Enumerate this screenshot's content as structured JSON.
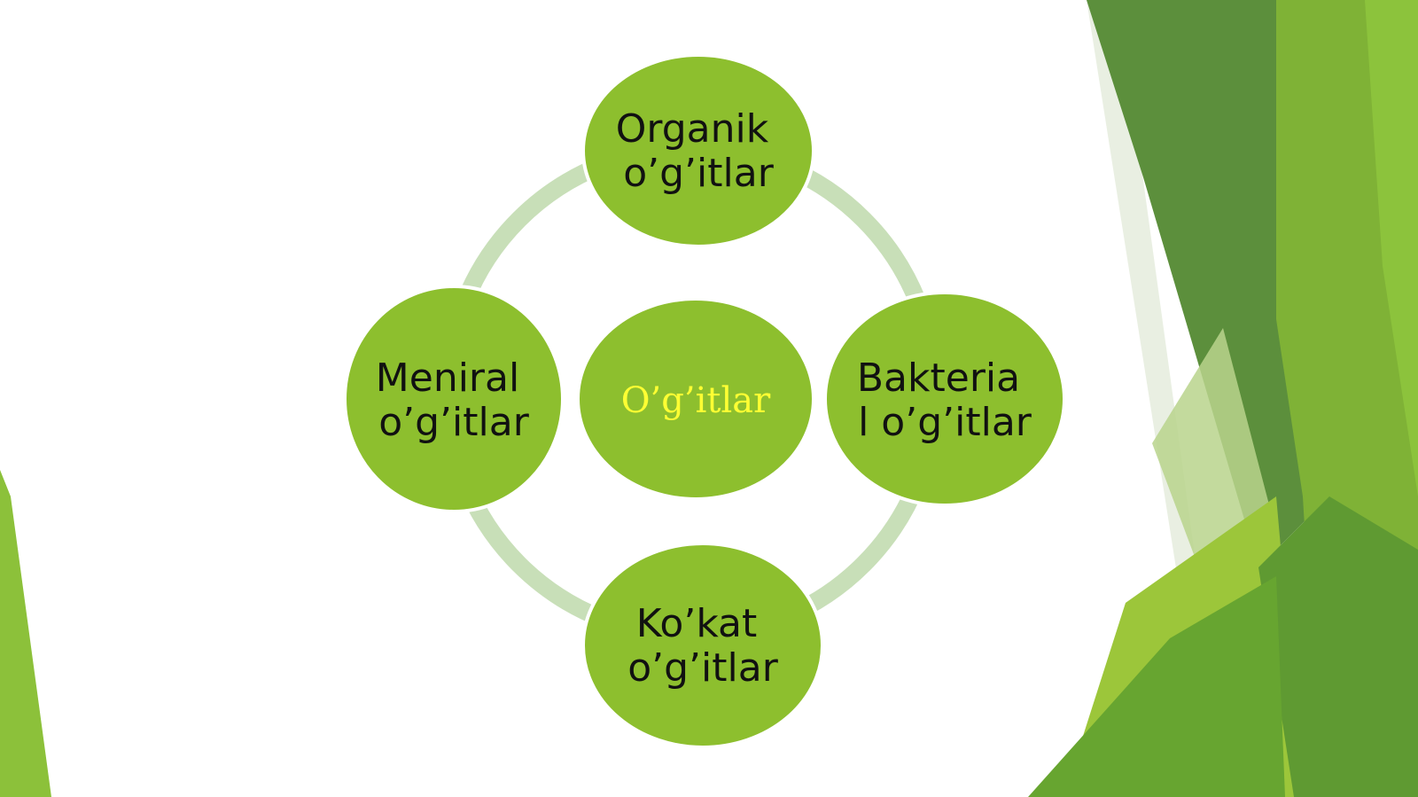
{
  "diagram": {
    "center": {
      "label": "O’g’itlar"
    },
    "nodes": [
      {
        "id": "top",
        "lines": [
          "Organik",
          "o’g’itlar"
        ]
      },
      {
        "id": "right",
        "lines": [
          "Bakteria",
          "l o’g’itlar"
        ]
      },
      {
        "id": "bottom",
        "lines": [
          "Ko’kat",
          "o’g’itlar"
        ]
      },
      {
        "id": "left",
        "lines": [
          "Meniral",
          "o’g’itlar"
        ]
      }
    ]
  },
  "colors": {
    "node_fill": "#8dbf2e",
    "ring": "#c8dfb8",
    "label": "#111111",
    "center_label": "#ffff33",
    "accent_dark": "#5a8f3a",
    "accent_mid": "#7aaf32",
    "accent_light": "#a4cc3c"
  }
}
